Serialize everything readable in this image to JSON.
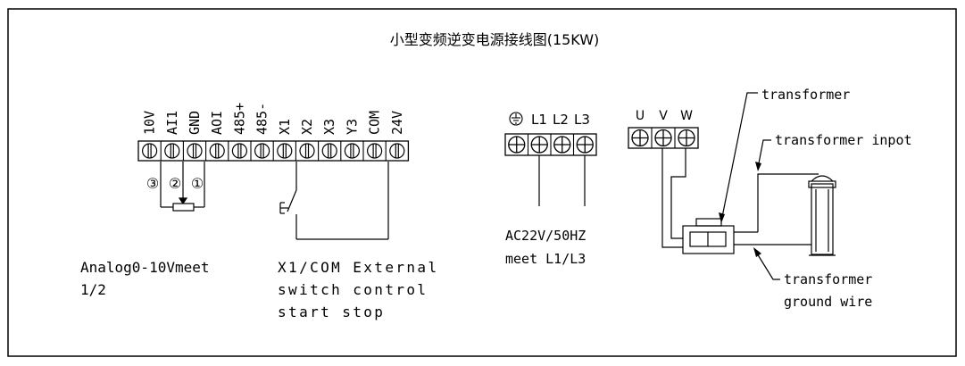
{
  "title": "小型变频逆变电源接线图(15KW)",
  "control_terminals": [
    "10V",
    "AI1",
    "GND",
    "AOI",
    "485+",
    "485-",
    "X1",
    "X2",
    "X3",
    "Y3",
    "COM",
    "24V"
  ],
  "pot_markers": [
    "③",
    "②",
    "①"
  ],
  "power_input": {
    "labels": [
      "L1",
      "L2",
      "L3"
    ],
    "ground_symbol": "⏚",
    "note_line1": "AC22V/50HZ",
    "note_line2": "meet L1/L3"
  },
  "output": {
    "labels": [
      "U",
      "V",
      "W"
    ]
  },
  "notes": {
    "analog_line1": "Analog0-10Vmeet",
    "analog_line2": "1/2",
    "switch_line1": "X1/COM External",
    "switch_line2": "switch control",
    "switch_line3": "start stop"
  },
  "callouts": {
    "transformer": "transformer",
    "transformer_input": "transformer inpot",
    "ground_line1": "transformer",
    "ground_line2": "ground wire"
  },
  "colors": {
    "ink": "#000000",
    "paper": "#ffffff"
  }
}
